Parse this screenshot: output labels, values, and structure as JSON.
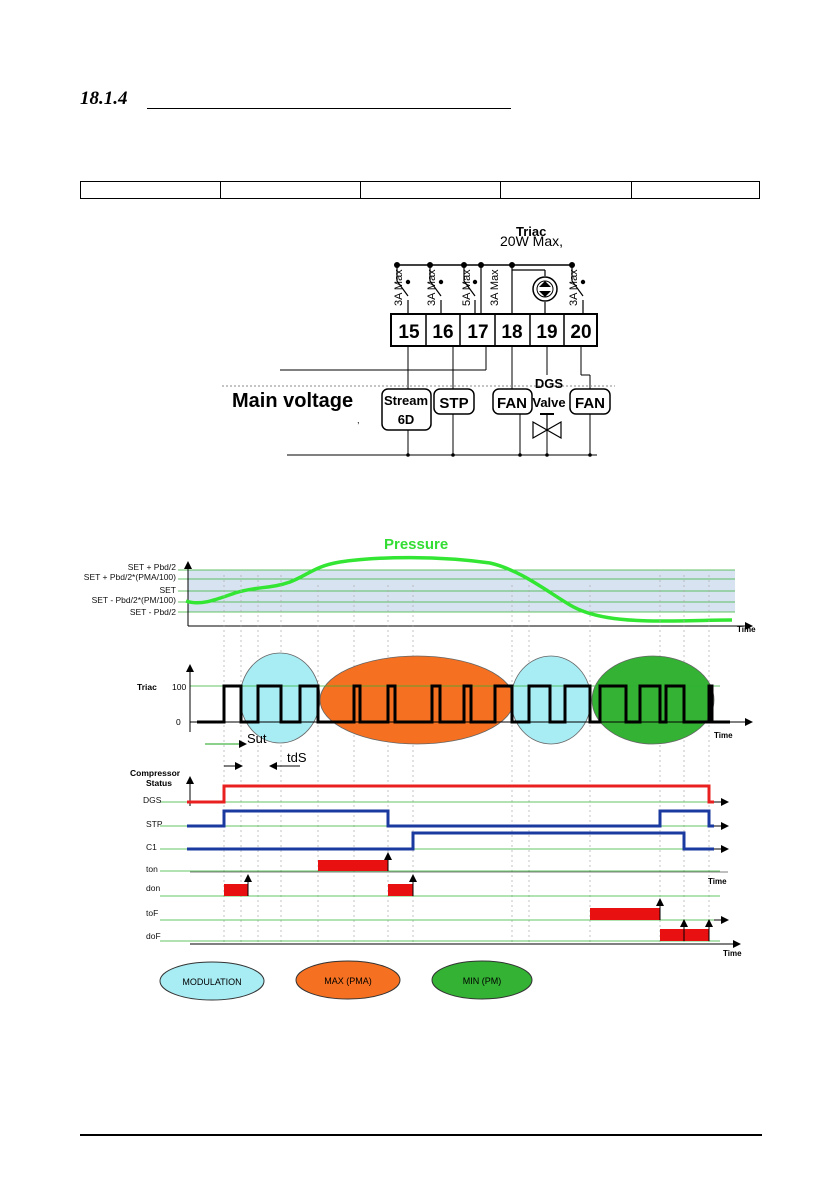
{
  "section": {
    "number": "18.1.4",
    "title": ""
  },
  "wiring": {
    "triac_title": "Triac",
    "triac_rating": "20W Max,",
    "ratings": [
      "3A Max",
      "3A Max",
      "5A Max",
      "3A Max",
      "3A Max"
    ],
    "terminals": [
      "15",
      "16",
      "17",
      "18",
      "19",
      "20"
    ],
    "main_voltage": "Main voltage",
    "loads": {
      "stream_line1": "Stream",
      "stream_line2": "6D",
      "stp": "STP",
      "fan1": "FAN",
      "dgs_line1": "DGS",
      "dgs_line2": "Valve",
      "fan2": "FAN"
    }
  },
  "diagram": {
    "pressure_title": "Pressure",
    "pressure_levels": [
      "SET + Pbd/2",
      "SET + Pbd/2*(PMA/100)",
      "SET",
      "SET - Pbd/2*(PM/100)",
      "SET - Pbd/2"
    ],
    "time": "Time",
    "triac_label": "Triac",
    "triac_100": "100",
    "triac_0": "0",
    "sut": "Sut",
    "tds": "tdS",
    "compressor_line1": "Compressor",
    "compressor_line2": "Status",
    "signals": [
      "DGS",
      "STP",
      "C1",
      "ton",
      "don",
      "toF",
      "doF"
    ],
    "legend": {
      "modulation": "MODULATION",
      "max": "MAX (PMA)",
      "min": "MIN (PM)"
    },
    "colors": {
      "pressure": "#33e633",
      "modulation": "#a8ecf4",
      "max": "#f57020",
      "min": "#33b233",
      "dgs": "#e82020",
      "stp": "#1a3aa0",
      "bar": "#e81010"
    }
  }
}
